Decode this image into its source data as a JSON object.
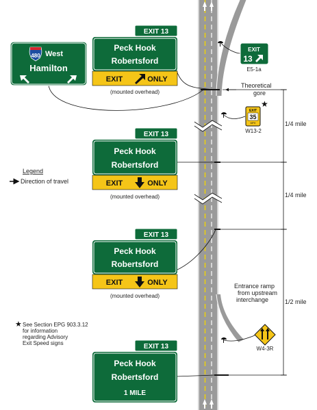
{
  "colors": {
    "sign_green": "#0e6b3a",
    "road": "#9a9a9a",
    "yellow_panel": "#f5c518",
    "shoulder": "#d9d9d9"
  },
  "icons": {
    "arrow_up": "arrow-up-icon",
    "arrow_down": "arrow-down-icon",
    "arrow_diag": "arrow-up-right-icon"
  },
  "guide_sign": {
    "route_number": "480",
    "route_dir": "West",
    "city": "Hamilton"
  },
  "exit_tab": "EXIT 13",
  "exit_tab_words": {
    "word": "EXIT",
    "number": "13"
  },
  "sign_lines": {
    "line1": "Peck Hook",
    "line2": "Robertsford"
  },
  "panel_top": {
    "exit": "EXIT",
    "only": "ONLY"
  },
  "panel_down": {
    "exit": "EXIT",
    "only": "ONLY"
  },
  "bottom_sign_distance": "1 MILE",
  "mounted_caption": "(mounted overhead)",
  "gore_sign": {
    "word": "EXIT",
    "number": "13",
    "code": "E5-1a"
  },
  "advisory_sign": {
    "word": "EXIT",
    "speed": "35",
    "unit": "MPH",
    "code": "W13-2"
  },
  "merge_sign": {
    "code": "W4-3R"
  },
  "theoretical_gore": [
    "Theoretical",
    "gore"
  ],
  "distances": [
    "1/4 mile",
    "1/4 mile",
    "1/2 mile"
  ],
  "legend": {
    "title": "Legend",
    "item": "Direction of travel"
  },
  "entrance_ramp": [
    "Entrance ramp",
    "from upstream",
    "interchange"
  ],
  "footnote": [
    "See Section EPG 903.3.12",
    "for information",
    "regarding Advisory",
    "Exit Speed signs"
  ],
  "star": "★"
}
